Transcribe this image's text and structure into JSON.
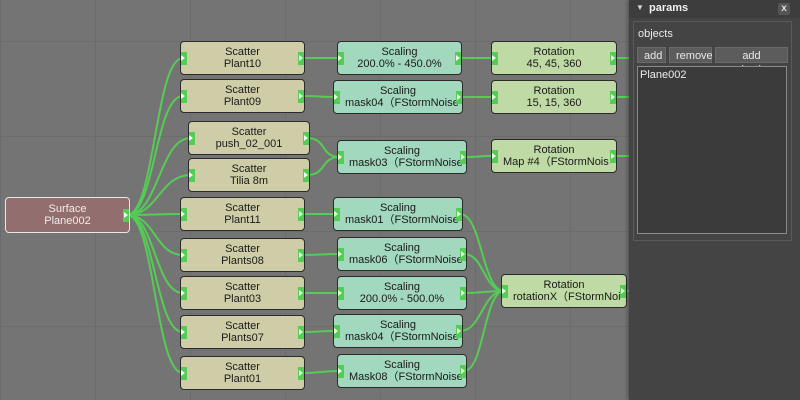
{
  "panel": {
    "title": "params",
    "close_label": "x",
    "objects_label": "objects",
    "buttons": {
      "add": "add",
      "remove": "remove",
      "add_selection": "add selection"
    },
    "objects": [
      "Plane002"
    ]
  },
  "colors": {
    "wire": "#55cc55",
    "surface": "#936e6e",
    "scatter": "#cfcda7",
    "scaling": "#a2d8bd",
    "rotation": "#bfdaa4"
  },
  "nodes": {
    "surface": {
      "type": "Surface",
      "label": "Plane002"
    },
    "scatter_plant10": {
      "type": "Scatter",
      "label": "Plant10"
    },
    "scatter_plant09": {
      "type": "Scatter",
      "label": "Plant09"
    },
    "scatter_push": {
      "type": "Scatter",
      "label": "push_02_001"
    },
    "scatter_tilia": {
      "type": "Scatter",
      "label": "Tilia 8m"
    },
    "scatter_plant11": {
      "type": "Scatter",
      "label": "Plant11"
    },
    "scatter_plants08": {
      "type": "Scatter",
      "label": "Plants08"
    },
    "scatter_plant03": {
      "type": "Scatter",
      "label": "Plant03"
    },
    "scatter_plants07": {
      "type": "Scatter",
      "label": "Plants07"
    },
    "scatter_plant01": {
      "type": "Scatter",
      "label": "Plant01"
    },
    "scaling_1": {
      "type": "Scaling",
      "label": "200.0% - 450.0%"
    },
    "scaling_2": {
      "type": "Scaling",
      "label": "mask04（FStormNoise"
    },
    "scaling_3": {
      "type": "Scaling",
      "label": "mask03（FStormNoise"
    },
    "scaling_4": {
      "type": "Scaling",
      "label": "mask01（FStormNoise"
    },
    "scaling_5": {
      "type": "Scaling",
      "label": "mask06（FStormNoise"
    },
    "scaling_6": {
      "type": "Scaling",
      "label": "200.0% - 500.0%"
    },
    "scaling_7": {
      "type": "Scaling",
      "label": "mask04（FStormNoise"
    },
    "scaling_8": {
      "type": "Scaling",
      "label": "Mask08（FStormNoise"
    },
    "rotation_1": {
      "type": "Rotation",
      "label": "45, 45, 360"
    },
    "rotation_2": {
      "type": "Rotation",
      "label": "15, 15, 360"
    },
    "rotation_3": {
      "type": "Rotation",
      "label": "Map #4（FStormNois"
    },
    "rotation_4": {
      "type": "Rotation",
      "label": "rotationX（FStormNoi"
    }
  }
}
